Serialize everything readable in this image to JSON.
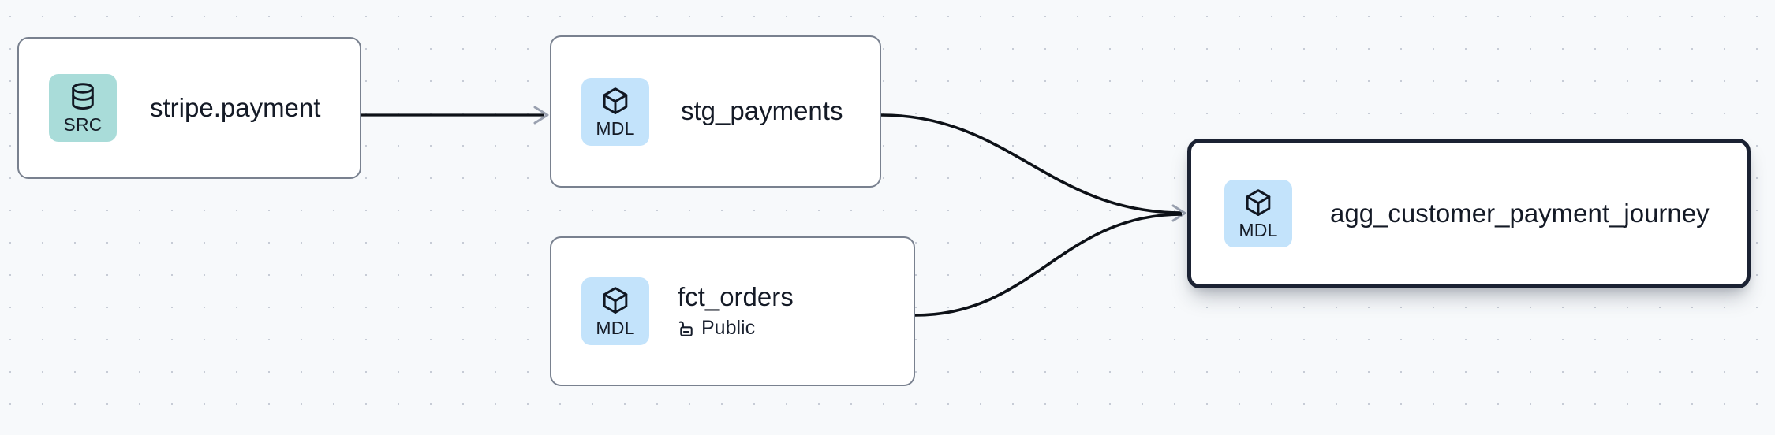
{
  "canvas": {
    "background_color": "#f7f9fb",
    "grid_dot_color": "#c7ccd6"
  },
  "nodes": [
    {
      "id": "stripe-payment",
      "title": "stripe.payment",
      "badge_label": "SRC",
      "badge_icon": "database-icon",
      "badge_color": "#a9dcd9",
      "subtitle": null,
      "selected": false
    },
    {
      "id": "stg-payments",
      "title": "stg_payments",
      "badge_label": "MDL",
      "badge_icon": "cube-icon",
      "badge_color": "#c3e3fb",
      "subtitle": null,
      "selected": false
    },
    {
      "id": "fct-orders",
      "title": "fct_orders",
      "badge_label": "MDL",
      "badge_icon": "cube-icon",
      "badge_color": "#c3e3fb",
      "subtitle": "Public",
      "subtitle_icon": "unlock-icon",
      "selected": false
    },
    {
      "id": "agg-journey",
      "title": "agg_customer_payment_journey",
      "badge_label": "MDL",
      "badge_icon": "cube-icon",
      "badge_color": "#c3e3fb",
      "subtitle": null,
      "selected": true,
      "selected_border_color": "#1b2233"
    }
  ],
  "edges": [
    {
      "id": "edge-stripe-to-stg",
      "from": "stripe.payment",
      "to": "stg_payments",
      "style": "straight",
      "color": "#0d1117"
    },
    {
      "id": "edge-stg-to-agg",
      "from": "stg_payments",
      "to": "agg_customer_payment_journey",
      "style": "curved",
      "color": "#0d1117"
    },
    {
      "id": "edge-fct-to-agg",
      "from": "fct_orders",
      "to": "agg_customer_payment_journey",
      "style": "curved",
      "color": "#0d1117"
    }
  ]
}
